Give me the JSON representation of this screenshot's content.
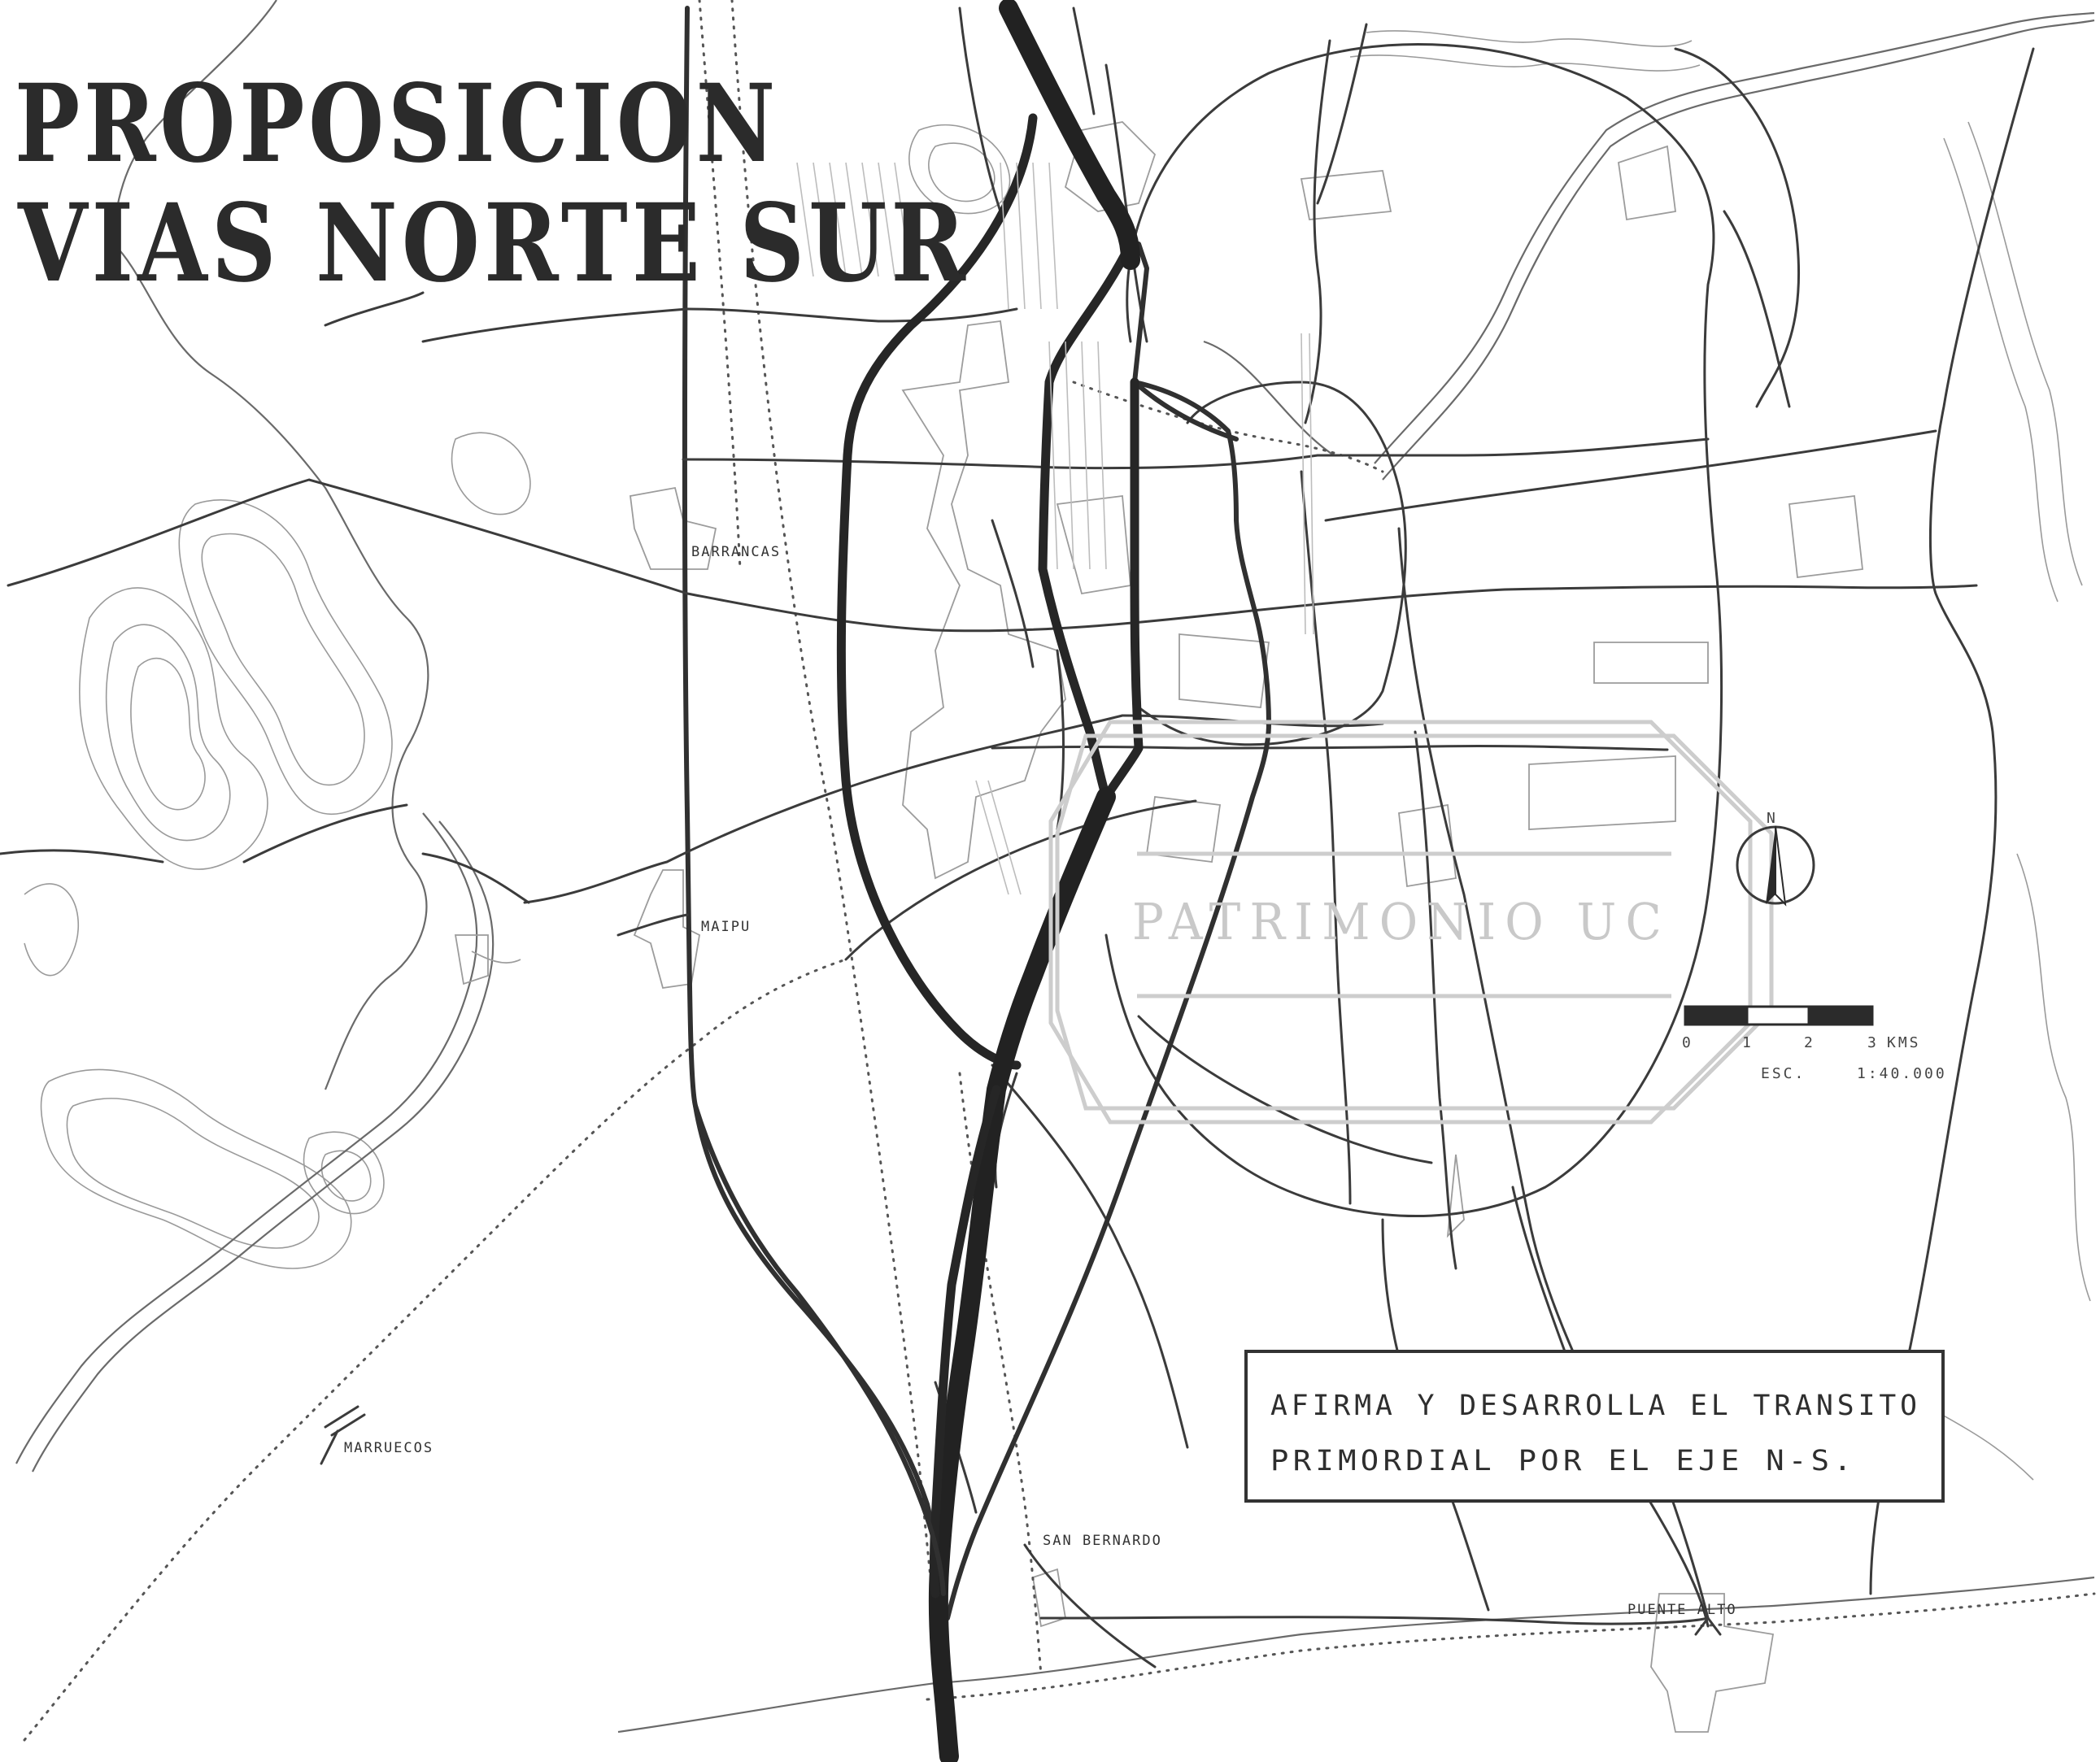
{
  "title": {
    "line1": "PROPOSICION",
    "line2": "VIAS NORTE SUR"
  },
  "places": {
    "barrancas": "BARRANCAS",
    "maipu": "MAIPU",
    "marruecos": "MARRUECOS",
    "san_bernardo": "SAN BERNARDO",
    "puente_alto": "PUENTE ALTO"
  },
  "note": {
    "line1": "AFIRMA Y DESARROLLA EL TRANSITO",
    "line2": "PRIMORDIAL POR EL EJE N-S."
  },
  "scale": {
    "ticks": [
      "0",
      "1",
      "2",
      "3"
    ],
    "unit": "KMS",
    "label": "ESC.",
    "ratio": "1:40.000"
  },
  "compass": {
    "label": "N"
  },
  "watermark": "PATRIMONIO UC",
  "colors": {
    "paper": "#ffffff",
    "ink": "#262626",
    "watermark": "#cdcdcd"
  }
}
